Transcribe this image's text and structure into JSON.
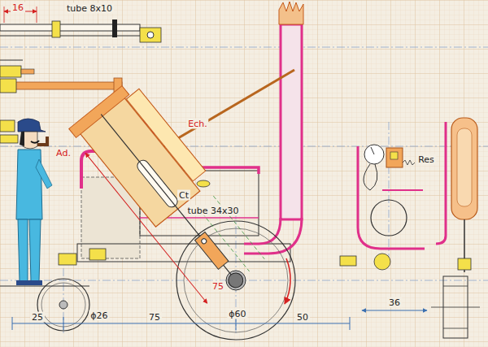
{
  "diagram": {
    "labels": [
      "16",
      "tube 8x10",
      "Ech.",
      "Ad.",
      "Ct",
      "tube 34x30",
      "Res",
      "75",
      "ϕ26",
      "ϕ60",
      "25",
      "75",
      "50",
      "36"
    ]
  }
}
